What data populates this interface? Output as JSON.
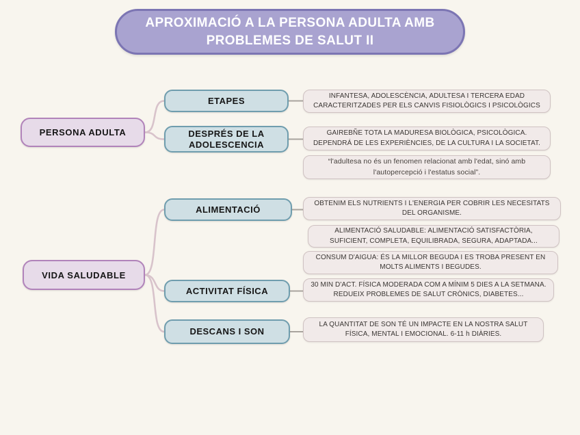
{
  "title": {
    "text": "APROXIMACIÓ A LA PERSONA ADULTA AMB PROBLEMES DE SALUT II"
  },
  "colors": {
    "background": "#f8f5ee",
    "title_fill": "#a9a3d0",
    "title_border": "#7c75b3",
    "root_fill": "#e7dbe9",
    "root_border": "#b183ba",
    "topic_fill": "#cfdfe4",
    "topic_border": "#6f9dae",
    "note_fill": "#f1eae9",
    "note_border": "#cfc2c2",
    "connector_pink": "#d8c3cb",
    "connector_gray": "#a9a49e"
  },
  "branches": [
    {
      "root": "PERSONA ADULTA",
      "topics": [
        {
          "label": "ETAPES",
          "notes": [
            "INFANTESA, ADOLESCÈNCIA, ADULTESA I TERCERA EDAD CARACTERITZADES PER ELS CANVIS FISIOLÒGICS I PSICOLÒGICS"
          ]
        },
        {
          "label": "DESPRÉS DE LA ADOLESCENCIA",
          "notes": [
            "GAIREBÑE TOTA LA MADURESA BIOLÒGICA, PSICOLÒGICA. DEPENDRÁ DE LES EXPERIÈNCIES, DE LA CULTURA I LA SOCIETAT.",
            "“l'adultesa no és un fenomen relacionat amb l'edat, sinó amb l'autopercepció i l'estatus social”."
          ]
        }
      ]
    },
    {
      "root": "VIDA SALUDABLE",
      "topics": [
        {
          "label": "ALIMENTACIÓ",
          "notes": [
            "OBTENIM ELS NUTRIENTS I L'ENERGIA PER COBRIR LES NECESITATS DEL ORGANISME.",
            "ALIMENTACIÓ SALUDABLE: ALIMENTACIÓ SATISFACTÒRIA, SUFICIENT, COMPLETA, EQUILIBRADA, SEGURA, ADAPTADA...",
            "CONSUM D'AIGUA: ÉS LA MILLOR BEGUDA I ES TROBA PRESENT EN MOLTS ALIMENTS I BEGUDES."
          ]
        },
        {
          "label": "ACTIVITAT FÍSICA",
          "notes": [
            "30 MIN D'ACT. FÍSICA MODERADA COM A MÍNIM 5 DIES A LA SETMANA. REDUEIX PROBLEMES DE SALUT CRÒNICS, DIABETES..."
          ]
        },
        {
          "label": "DESCANS I SON",
          "notes": [
            "LA QUANTITAT DE SON TÉ UN IMPACTE EN LA NOSTRA SALUT FÍSICA, MENTAL I EMOCIONAL. 6-11 h DIÀRIES."
          ]
        }
      ]
    }
  ]
}
